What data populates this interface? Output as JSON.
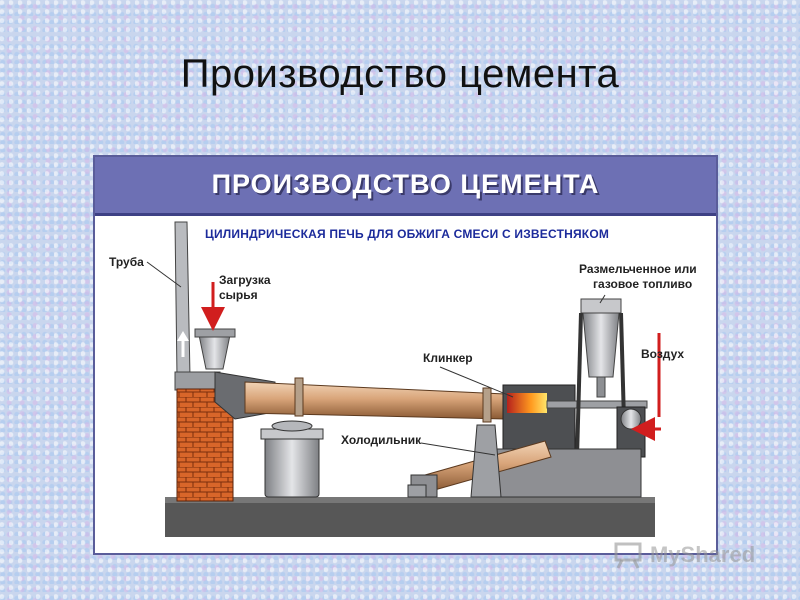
{
  "slide": {
    "title": "Производство цемента"
  },
  "diagram": {
    "header": "ПРОИЗВОДСТВО ЦЕМЕНТА",
    "subtitle": "ЦИЛИНДРИЧЕСКАЯ ПЕЧЬ ДЛЯ ОБЖИГА СМЕСИ С ИЗВЕСТНЯКОМ",
    "labels": {
      "pipe": "Труба",
      "loading_1": "Загрузка",
      "loading_2": "сырья",
      "fuel_1": "Размельченное или",
      "fuel_2": "газовое топливо",
      "air": "Воздух",
      "clinker": "Клинкер",
      "cooler": "Холодильник"
    },
    "colors": {
      "header_bg": "#6d70b4",
      "subtitle": "#1c2b9b",
      "kiln": "#d9a57a",
      "brick": "#d8662a",
      "metal": "#9ea0a4",
      "base": "#555555",
      "arrow": "#d11e1e"
    }
  },
  "watermark": {
    "text": "MyShared"
  }
}
